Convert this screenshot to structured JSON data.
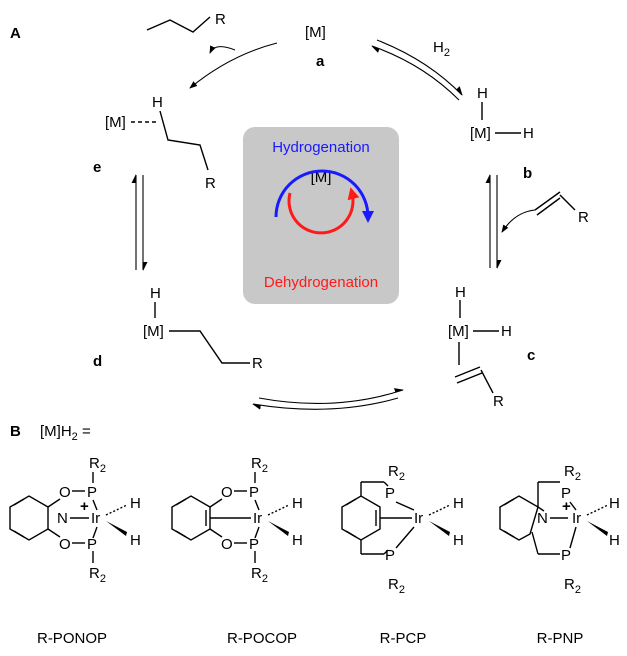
{
  "section_a": "A",
  "section_b": "B",
  "metal": "[M]",
  "h": "H",
  "r": "R",
  "h2_reagent": "H",
  "h2_sub": "2",
  "center": {
    "metal": "[M]",
    "hydrogenation": "Hydrogenation",
    "dehydrogenation": "Dehydrogenation",
    "hydrogenation_color": "#1a1aff",
    "dehydrogenation_color": "#ff1a1a",
    "box_color": "#c8c8c8"
  },
  "species_labels": [
    "a",
    "b",
    "c",
    "d",
    "e"
  ],
  "mh2_label": {
    "prefix": "[M]H",
    "sub": "2",
    "suffix": " ="
  },
  "pincer": {
    "r2": "R",
    "r2_sub": "2",
    "o": "O",
    "p": "P",
    "n": "N",
    "ir": "Ir",
    "plus": "+",
    "h": "H"
  },
  "complexes": [
    "R-PONOP",
    "R-POCOP",
    "R-PCP",
    "R-PNP"
  ]
}
